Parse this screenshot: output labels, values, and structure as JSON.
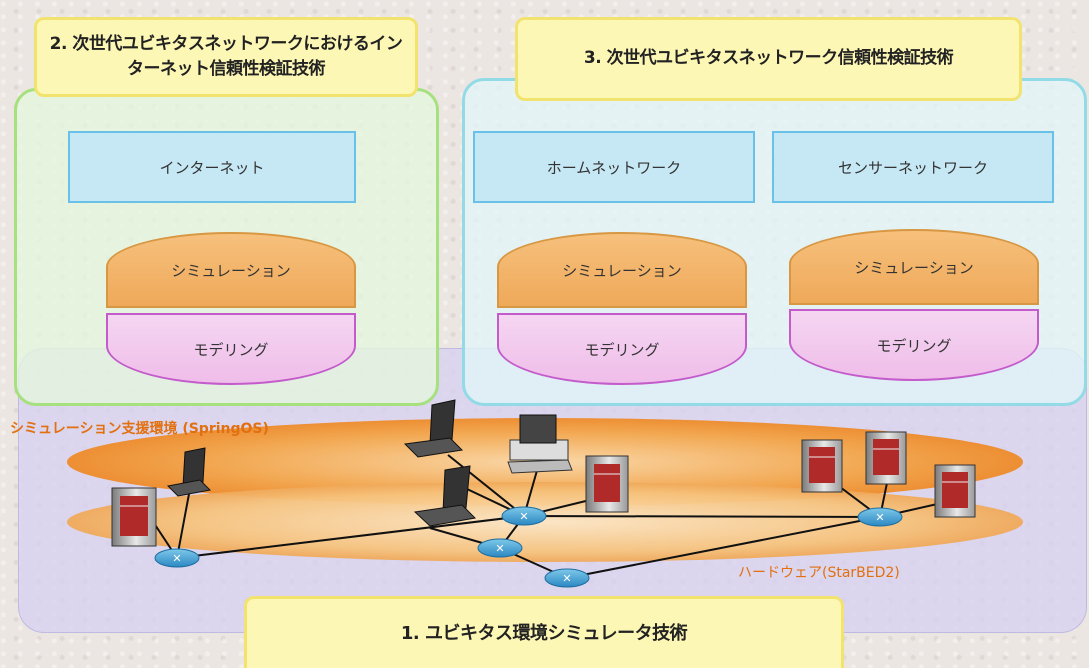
{
  "titles": {
    "layer2": "2. 次世代ユビキタスネットワークにおけるインターネット信頼性検証技術",
    "layer3": "3. 次世代ユビキタスネットワーク信頼性検証技術",
    "layer1": "1. ユビキタス環境シミュレータ技術"
  },
  "left_column": {
    "network": "インターネット",
    "simulation": "シミュレーション",
    "modeling": "モデリング"
  },
  "middle_column": {
    "network": "ホームネットワーク",
    "simulation": "シミュレーション",
    "modeling": "モデリング"
  },
  "right_column": {
    "network": "センサーネットワーク",
    "simulation": "シミュレーション",
    "modeling": "モデリング"
  },
  "layers": {
    "simulation_support": "シミュレーション支援環境 (SpringOS)",
    "hardware": "ハードウェア(StarBED2)"
  },
  "colors": {
    "title_fill": "#fdf7b5",
    "network_box": "#c6e8f5",
    "simulation": "#efa95a",
    "modeling": "#efbde9",
    "layer_label": "#e2700f"
  },
  "icons": [
    "server-icon",
    "laptop-icon",
    "desktop-pc-icon",
    "router-icon"
  ]
}
